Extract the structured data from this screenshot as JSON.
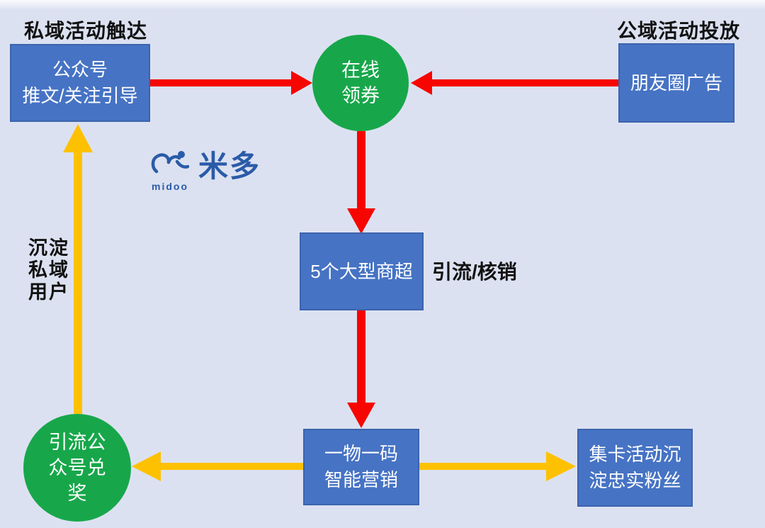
{
  "colors": {
    "background": "#dce1f1",
    "box-blue": "#4673c4",
    "box-border": "#3c64ad",
    "node-green": "#17a74a",
    "arrow-red": "#f70500",
    "arrow-yellow": "#fec101",
    "heading-black": "#111111",
    "logo-blue": "#2a5ba8",
    "node-text": "#ffffff"
  },
  "headings": {
    "private": "私域活动触达",
    "public": "公域活动投放"
  },
  "side_labels": {
    "deposit_lines": [
      "沉淀",
      "私域",
      "用户"
    ],
    "diversion": "引流/核销"
  },
  "logo": {
    "name": "midoo",
    "name_cn": "米多",
    "icon": "midoo-leaping-figure-icon"
  },
  "nodes": {
    "pub_account": {
      "lines": [
        "公众号",
        "推文/关注引导"
      ]
    },
    "online_coupon": {
      "lines": [
        "在线",
        "领券"
      ]
    },
    "moments_ad": {
      "label": "朋友圈广告"
    },
    "supermarkets": {
      "label": "5个大型商超"
    },
    "one_code": {
      "lines": [
        "一物一码",
        "智能营销"
      ]
    },
    "card_collection": {
      "lines": [
        "集卡活动沉",
        "淀忠实粉丝"
      ]
    },
    "redeem": {
      "lines": [
        "引流公",
        "众号兑",
        "奖"
      ]
    }
  }
}
